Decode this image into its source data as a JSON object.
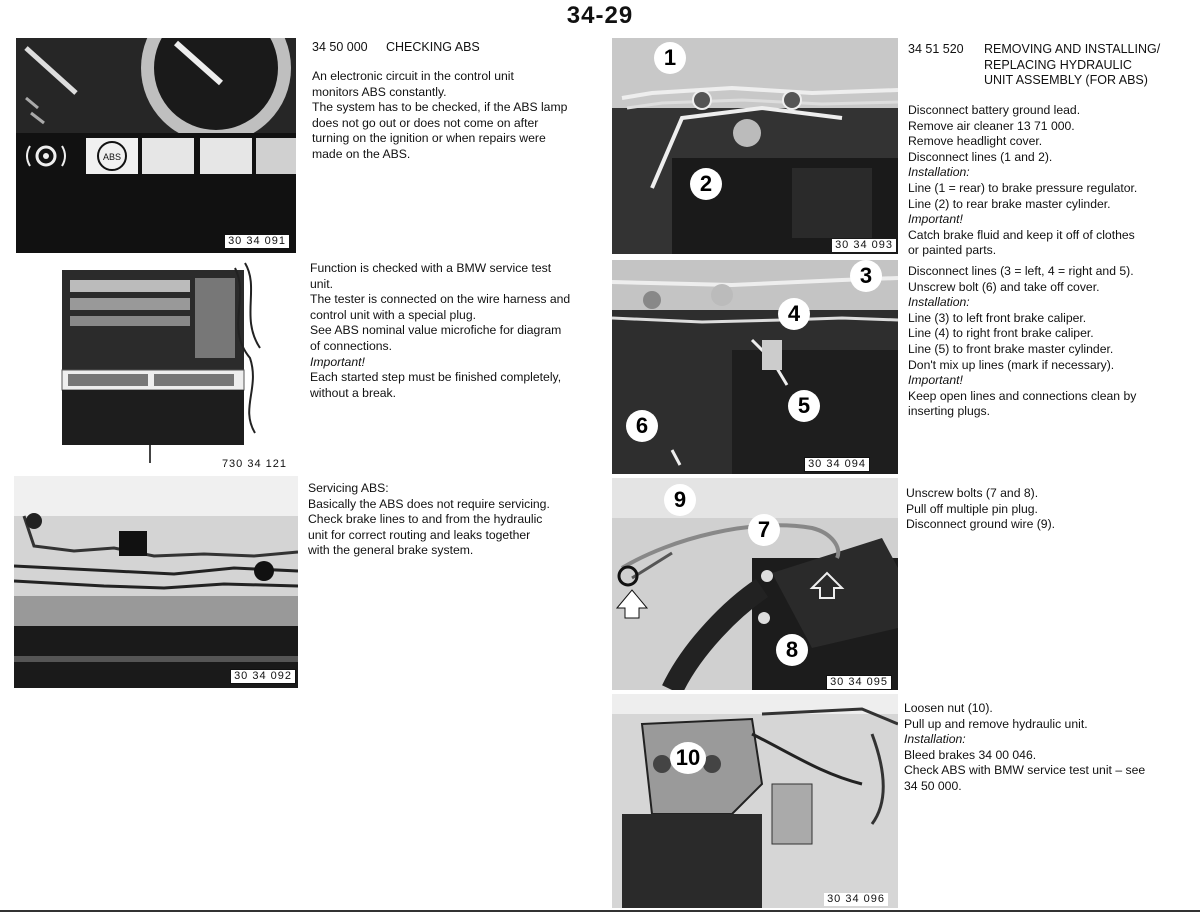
{
  "page": {
    "number": "34-29"
  },
  "left": {
    "section": {
      "number": "34 50 000",
      "title": "CHECKING ABS"
    },
    "block1": [
      "An electronic circuit in the control unit",
      "monitors ABS constantly.",
      "The system has to be checked, if the ABS lamp",
      "does not go out or does not come on after",
      "turning on the ignition or when repairs were",
      "made on the ABS."
    ],
    "block2": [
      "Function is checked with a BMW service test",
      "unit.",
      "The tester is connected on the wire harness and",
      "control unit with a special plug.",
      "See ABS nominal value microfiche for diagram",
      "of connections."
    ],
    "block2_important": "Important!",
    "block2_tail": [
      "Each started step must be finished completely,",
      "without a break."
    ],
    "block3": [
      "Servicing ABS:",
      "Basically the ABS does not require servicing.",
      "Check brake lines to and from the hydraulic",
      "unit for correct routing and leaks together",
      "with the general brake system."
    ],
    "fig1": {
      "ref": "30 34 091",
      "lamp_label": "ABS"
    },
    "fig2": {
      "ref": "730 34 121"
    },
    "fig3": {
      "ref": "30 34 092"
    }
  },
  "right": {
    "section": {
      "number": "34 51 520",
      "title_lines": [
        "REMOVING AND INSTALLING/",
        "REPLACING HYDRAULIC",
        "UNIT ASSEMBLY (FOR ABS)"
      ]
    },
    "step1": [
      "Disconnect battery ground lead.",
      "Remove air cleaner 13 71 000.",
      "Remove headlight cover.",
      "Disconnect lines (1 and 2)."
    ],
    "step1_install": "Installation:",
    "step1_b": [
      "Line (1 = rear) to brake pressure regulator.",
      "Line (2) to rear brake master cylinder."
    ],
    "step1_important": "Important!",
    "step1_c": [
      "Catch brake fluid and keep it off of clothes",
      "or painted parts."
    ],
    "step2": [
      "Disconnect lines (3 = left, 4 = right and 5).",
      "Unscrew bolt (6) and take off cover."
    ],
    "step2_install": "Installation:",
    "step2_b": [
      "Line (3) to left front brake caliper.",
      "Line (4) to right front brake caliper.",
      "Line (5) to front brake master cylinder.",
      "Don't mix up lines (mark if necessary)."
    ],
    "step2_important": "Important!",
    "step2_c": [
      "Keep open lines and connections clean by",
      "inserting plugs."
    ],
    "step3": [
      "Unscrew bolts (7 and 8).",
      "Pull off multiple pin plug.",
      "Disconnect ground wire (9)."
    ],
    "step4": [
      "Loosen nut (10).",
      "Pull up and remove hydraulic unit."
    ],
    "step4_install": "Installation:",
    "step4_b": [
      "Bleed brakes 34 00 046.",
      "Check ABS with BMW service test unit – see",
      "34 50 000."
    ],
    "fig4": {
      "ref": "30 34 093",
      "callouts": [
        "1",
        "2"
      ]
    },
    "fig5": {
      "ref": "30 34 094",
      "callouts": [
        "3",
        "4",
        "5",
        "6"
      ]
    },
    "fig6": {
      "ref": "30 34 095",
      "callouts": [
        "9",
        "7",
        "8"
      ]
    },
    "fig7": {
      "ref": "30 34 096",
      "callouts": [
        "10"
      ]
    }
  },
  "colors": {
    "ink": "#111111",
    "photo_dark": "#2a2a2a",
    "photo_light": "#d8d8d8"
  }
}
